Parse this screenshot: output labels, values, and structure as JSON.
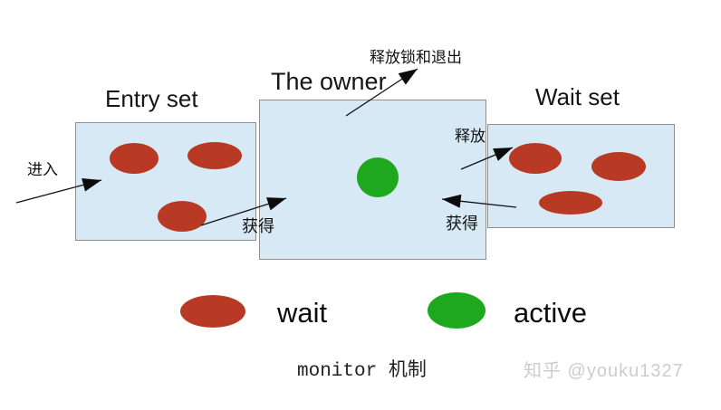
{
  "diagram": {
    "caption": "monitor 机制",
    "watermark": "知乎 @youku1327",
    "boxes": {
      "entry_set": {
        "label": "Entry set",
        "wait_thread_count": 3
      },
      "owner": {
        "label": "The owner",
        "active_thread_count": 1
      },
      "wait_set": {
        "label": "Wait set",
        "wait_thread_count": 3
      }
    },
    "arrows": {
      "enter": {
        "label": "进入",
        "from": "outside",
        "to": "entry_set"
      },
      "acquire_left": {
        "label": "获得",
        "from": "entry_set",
        "to": "owner"
      },
      "release_and_exit": {
        "label": "释放锁和退出",
        "from": "owner",
        "to": "outside"
      },
      "release": {
        "label": "释放",
        "from": "owner",
        "to": "wait_set"
      },
      "acquire_right": {
        "label": "获得",
        "from": "wait_set",
        "to": "owner"
      }
    },
    "legend": {
      "wait": {
        "label": "wait",
        "color": "#b83a24"
      },
      "active": {
        "label": "active",
        "color": "#1ea81e"
      }
    },
    "colors": {
      "box_fill": "#d7e9f4",
      "box_border": "#8f8f8f",
      "wait_thread": "#b83a24",
      "active_thread": "#1ea81e",
      "arrow": "#111111",
      "watermark": "#cccccc"
    }
  }
}
